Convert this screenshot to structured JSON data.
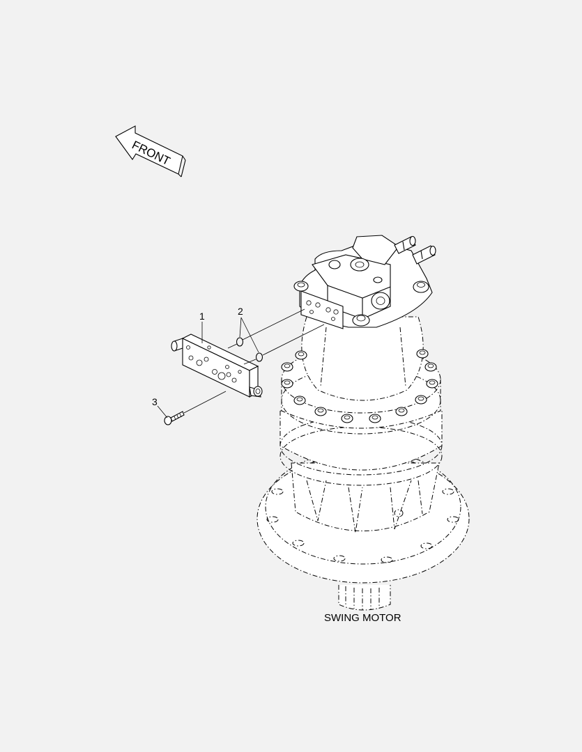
{
  "diagram": {
    "orientation_label": "FRONT",
    "caption": "SWING MOTOR",
    "callouts": [
      "1",
      "2",
      "3"
    ]
  },
  "colors": {
    "background": "#f2f2f2",
    "line": "#000000"
  }
}
